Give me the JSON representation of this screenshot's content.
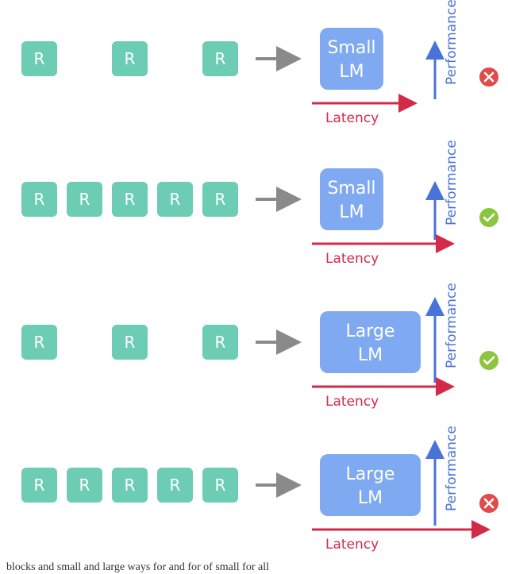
{
  "rows": [
    {
      "retrievals": [
        "R",
        "",
        "",
        "R",
        "",
        "",
        "R"
      ],
      "model": {
        "line1": "Small",
        "line2": "LM",
        "size": "small"
      },
      "performance_label": "Performance",
      "latency_label": "Latency",
      "latency_level": "medium",
      "performance_level": "medium",
      "outcome": "fail"
    },
    {
      "retrievals": [
        "R",
        "R",
        "R",
        "R",
        "R"
      ],
      "model": {
        "line1": "Small",
        "line2": "LM",
        "size": "small"
      },
      "performance_label": "Performance",
      "latency_label": "Latency",
      "latency_level": "high",
      "performance_level": "medium",
      "outcome": "pass"
    },
    {
      "retrievals": [
        "R",
        "",
        "",
        "R",
        "",
        "",
        "R"
      ],
      "model": {
        "line1": "Large",
        "line2": "LM",
        "size": "large"
      },
      "performance_label": "Performance",
      "latency_label": "Latency",
      "latency_level": "high",
      "performance_level": "high",
      "outcome": "pass"
    },
    {
      "retrievals": [
        "R",
        "R",
        "R",
        "R",
        "R"
      ],
      "model": {
        "line1": "Large",
        "line2": "LM",
        "size": "large"
      },
      "performance_label": "Performance",
      "latency_label": "Latency",
      "latency_level": "very-high",
      "performance_level": "high",
      "outcome": "fail"
    }
  ],
  "colors": {
    "retrieval_box": "#6ccdb4",
    "lm_box": "#7fa9f0",
    "arrow": "#8a8a8a",
    "performance": "#4a73d8",
    "latency": "#d42a4a",
    "pass": "#8cc63f",
    "fail": "#e04b4b"
  },
  "icons": {
    "pass": "check-icon",
    "fail": "x-icon"
  },
  "caption": "blocks and small and large ways for and for of small for all"
}
